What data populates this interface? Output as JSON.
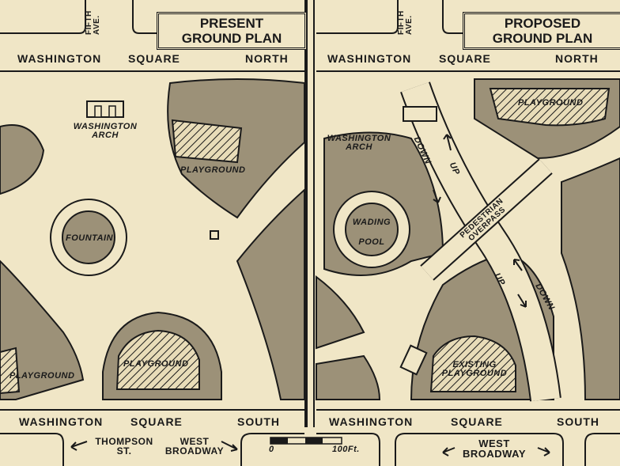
{
  "left_panel": {
    "title_line1": "PRESENT",
    "title_line2": "GROUND PLAN",
    "fifth_ave": [
      "FIFTH",
      "AVE."
    ],
    "north_street": [
      "WASHINGTON",
      "SQUARE",
      "NORTH"
    ],
    "south_street": [
      "WASHINGTON",
      "SQUARE",
      "SOUTH"
    ],
    "arch_label": [
      "WASHINGTON",
      "ARCH"
    ],
    "fountain_label": "FOUNTAIN",
    "playground_ne": "PLAYGROUND",
    "playground_sw": "PLAYGROUND",
    "playground_s": "PLAYGROUND",
    "thompson_st": [
      "THOMPSON",
      "ST."
    ],
    "west_broadway": [
      "WEST",
      "BROADWAY"
    ]
  },
  "right_panel": {
    "title_line1": "PROPOSED",
    "title_line2": "GROUND PLAN",
    "fifth_ave": [
      "FIFTH",
      "AVE."
    ],
    "north_street": [
      "WASHINGTON",
      "SQUARE",
      "NORTH"
    ],
    "south_street": [
      "WASHINGTON",
      "SQUARE",
      "SOUTH"
    ],
    "arch_label": [
      "WASHINGTON",
      "ARCH"
    ],
    "pool_label": [
      "WADING",
      "POOL"
    ],
    "playground_n": "PLAYGROUND",
    "existing_playground": [
      "EXISTING",
      "PLAYGROUND"
    ],
    "overpass": [
      "PEDESTRIAN",
      "OVERPASS"
    ],
    "road_upper": [
      "DOWN",
      "UP"
    ],
    "road_lower": [
      "UP",
      "DOWN"
    ],
    "west_broadway": [
      "WEST",
      "BROADWAY"
    ]
  },
  "scale_bar": {
    "start": "0",
    "end": "100Ft."
  },
  "colors": {
    "paper": "#f0e6c6",
    "ink": "#1a1a1a",
    "lawn": "#9c9178"
  }
}
